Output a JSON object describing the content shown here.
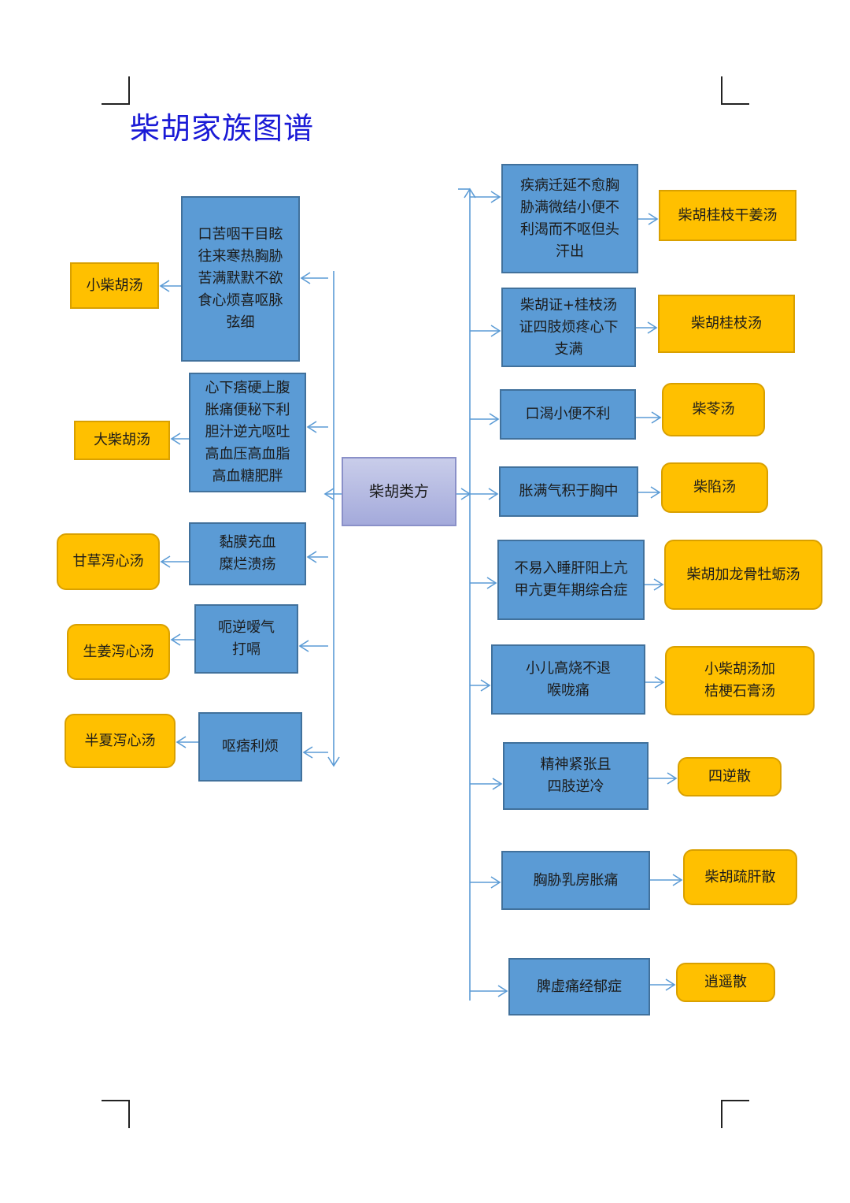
{
  "title": "柴胡家族图谱",
  "colors": {
    "condition": "#5b9bd5",
    "formula": "#ffc000",
    "center": "#a9b0dc",
    "arrow": "#5b9bd5",
    "title": "#1a1ad6"
  },
  "center": "柴胡类方",
  "left": [
    {
      "condition": "口苦咽干目眩\n往来寒热胸胁\n苦满默默不欲\n食心烦喜呕脉\n弦细",
      "formula": "小柴胡汤"
    },
    {
      "condition": "心下痞硬上腹\n胀痛便秘下利\n胆汁逆亢呕吐\n高血压高血脂\n高血糖肥胖",
      "formula": "大柴胡汤"
    },
    {
      "condition": "黏膜充血\n糜烂溃疡",
      "formula": "甘草泻心汤"
    },
    {
      "condition": "呃逆嗳气\n打嗝",
      "formula": "生姜泻心汤"
    },
    {
      "condition": "呕痞利烦",
      "formula": "半夏泻心汤"
    }
  ],
  "right": [
    {
      "condition": "疾病迁延不愈胸\n胁满微结小便不\n利渴而不呕但头\n汗出",
      "formula": "柴胡桂枝干姜汤"
    },
    {
      "condition": "柴胡证+桂枝汤\n证四肢烦疼心下\n支满",
      "formula": "柴胡桂枝汤"
    },
    {
      "condition": "口渴小便不利",
      "formula": "柴苓汤"
    },
    {
      "condition": "胀满气积于胸中",
      "formula": "柴陷汤"
    },
    {
      "condition": "不易入睡肝阳上亢\n甲亢更年期综合症",
      "formula": "柴胡加龙骨牡蛎汤"
    },
    {
      "condition": "小儿高烧不退\n喉咙痛",
      "formula": "小柴胡汤加\n桔梗石膏汤"
    },
    {
      "condition": "精神紧张且\n四肢逆冷",
      "formula": "四逆散"
    },
    {
      "condition": "胸胁乳房胀痛",
      "formula": "柴胡疏肝散"
    },
    {
      "condition": "脾虚痛经郁症",
      "formula": "逍遥散"
    }
  ]
}
